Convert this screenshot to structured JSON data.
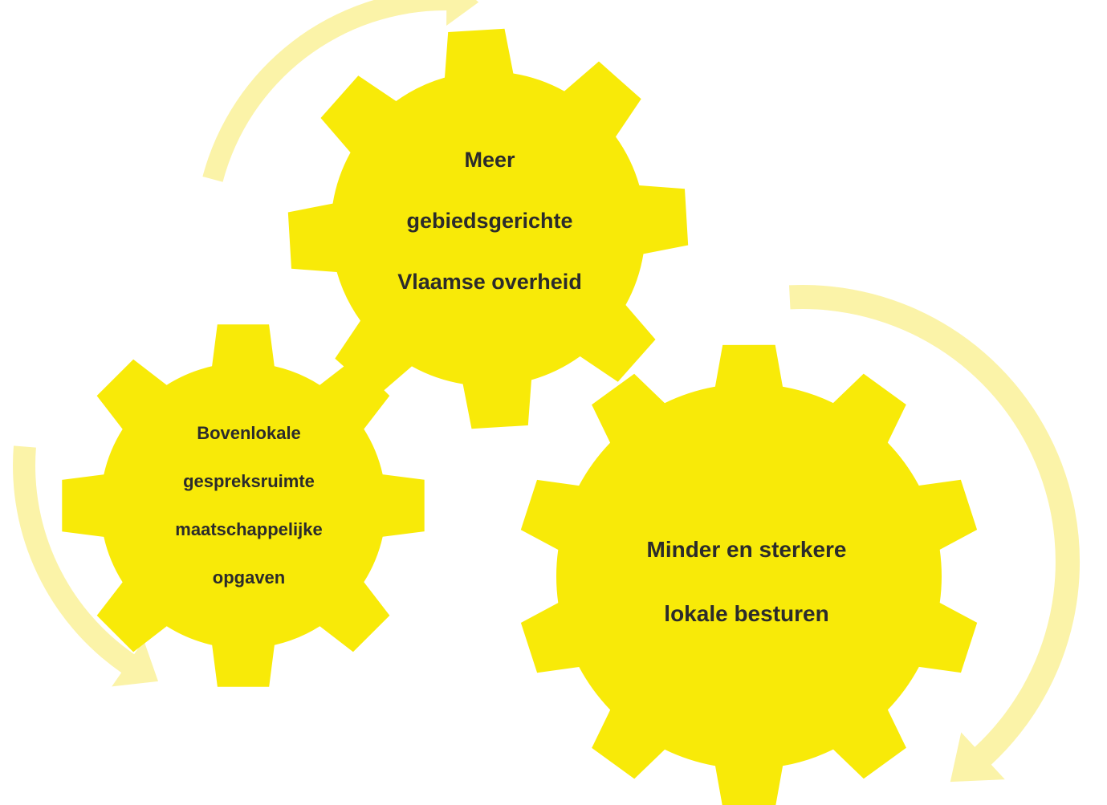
{
  "colors": {
    "gear_fill": "#F8EA08",
    "arrow_fill": "#FBF3A8",
    "text": "#2b2b2b",
    "background": "#FFFFFF"
  },
  "gears": [
    {
      "id": "top",
      "lines": [
        "Meer",
        "gebiedsgerichte",
        "Vlaamse overheid"
      ]
    },
    {
      "id": "left",
      "lines": [
        "Bovenlokale",
        "gespreksruimte",
        "maatschappelijke",
        "opgaven"
      ]
    },
    {
      "id": "right",
      "lines": [
        "Minder en sterkere",
        "lokale besturen"
      ]
    }
  ],
  "arrows": [
    {
      "id": "top-left-arrow",
      "direction": "clockwise"
    },
    {
      "id": "right-arrow",
      "direction": "clockwise"
    },
    {
      "id": "bottom-left-arrow",
      "direction": "counter-clockwise"
    }
  ]
}
